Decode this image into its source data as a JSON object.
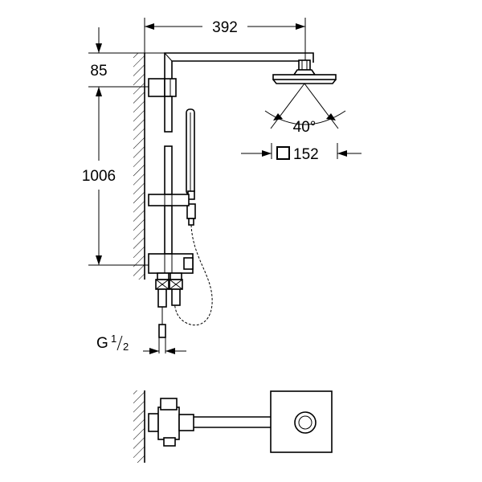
{
  "dimensions": {
    "arm_length": "392",
    "top_offset": "85",
    "rail_height": "1006",
    "spray_angle": "40°",
    "head_size": "152",
    "thread_base": "G",
    "thread_num": "1",
    "thread_den": "2"
  },
  "icons": {
    "square": "square-icon",
    "fraction_slash": "fraction-slash-icon"
  }
}
